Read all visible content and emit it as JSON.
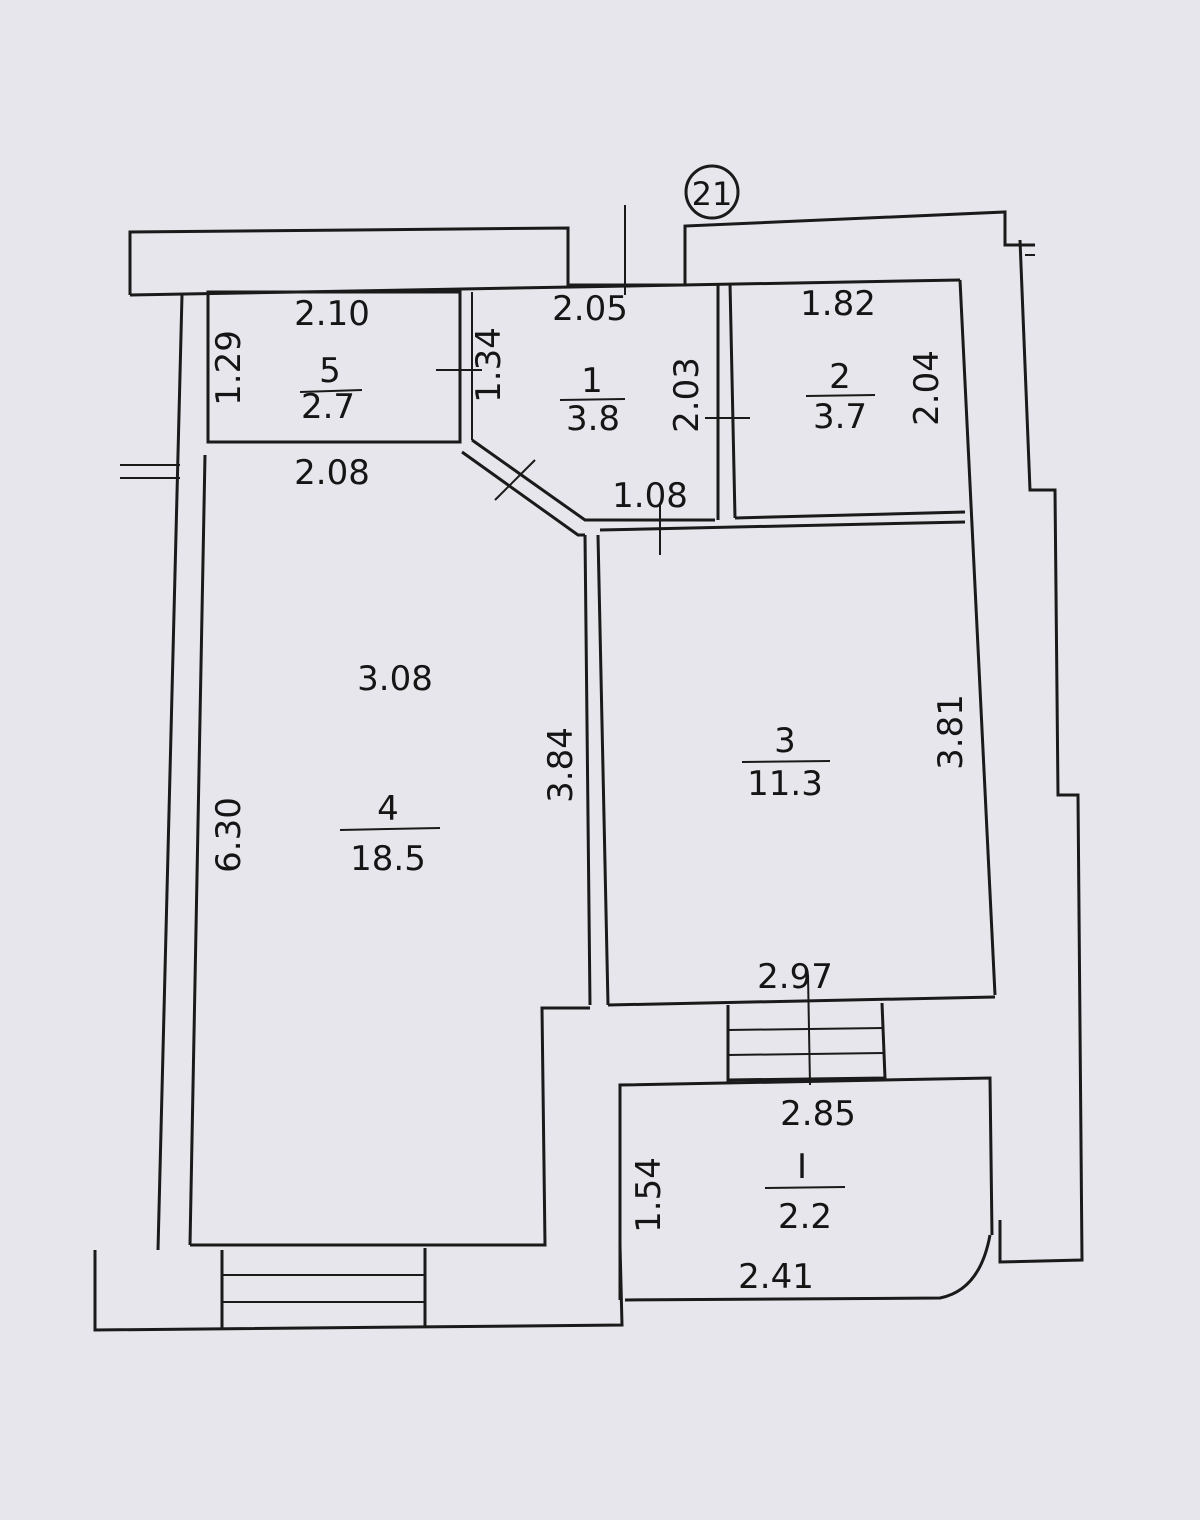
{
  "plan": {
    "axis_marker": "21",
    "rooms": [
      {
        "id": "5",
        "area": "2.7",
        "width": "2.10",
        "depth": "1.29",
        "side": "1.34"
      },
      {
        "id": "1",
        "area": "3.8",
        "width": "2.05",
        "side": "2.03",
        "door": "1.08"
      },
      {
        "id": "2",
        "area": "3.7",
        "width": "1.82",
        "depth": "2.04"
      },
      {
        "id": "4",
        "area": "18.5",
        "top": "2.08",
        "width": "3.08",
        "depth": "6.30",
        "side": "3.84"
      },
      {
        "id": "3",
        "area": "11.3",
        "width": "2.97",
        "depth": "3.81"
      },
      {
        "id": "I",
        "area": "2.2",
        "top": "2.85",
        "depth": "1.54",
        "bottom": "2.41"
      }
    ]
  }
}
